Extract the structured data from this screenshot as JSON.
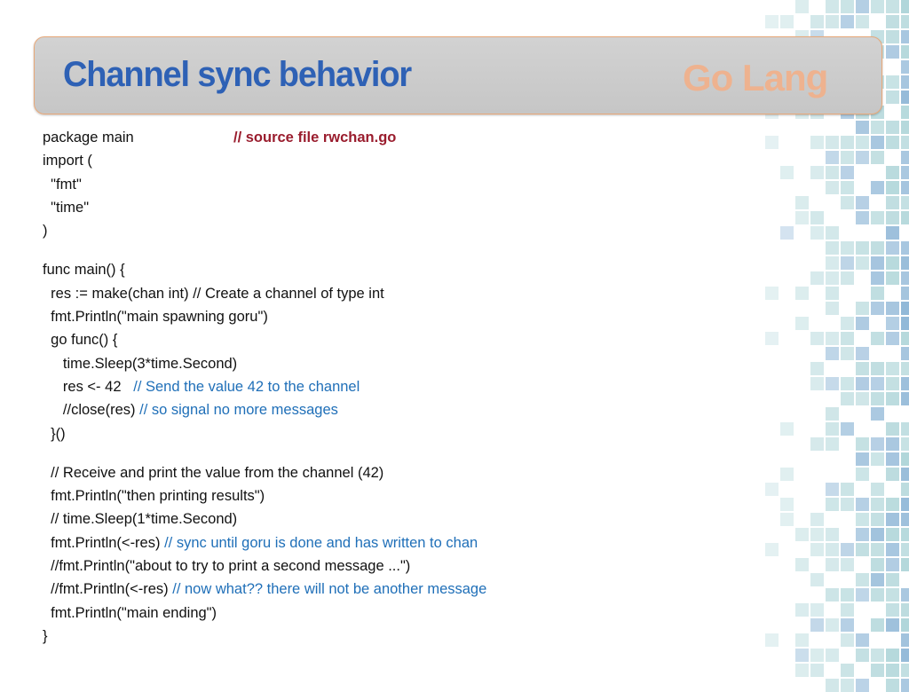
{
  "slide": {
    "title": "Channel sync behavior",
    "brand": "Go Lang",
    "source_comment": "// source file rwchan.go"
  },
  "code_lines": [
    {
      "code": "package main",
      "comment": ""
    },
    {
      "code": "import (",
      "comment": ""
    },
    {
      "code": "  \"fmt\"",
      "comment": ""
    },
    {
      "code": "  \"time\"",
      "comment": ""
    },
    {
      "code": ")",
      "comment": ""
    },
    {
      "gap": true
    },
    {
      "code": "func main() {",
      "comment": ""
    },
    {
      "code": "  res := make(chan int) // Create a channel of type int",
      "comment": ""
    },
    {
      "code": "  fmt.Println(\"main spawning goru\")",
      "comment": ""
    },
    {
      "code": "  go func() {",
      "comment": ""
    },
    {
      "code": "     time.Sleep(3*time.Second)",
      "comment": ""
    },
    {
      "code": "     res <- 42   ",
      "comment": "// Send the value 42 to the channel"
    },
    {
      "code": "     //close(res) ",
      "comment": "// so signal no more messages"
    },
    {
      "code": "  }()",
      "comment": ""
    },
    {
      "gap": true
    },
    {
      "code": "  // Receive and print the value from the channel (42)",
      "comment": ""
    },
    {
      "code": "  fmt.Println(\"then printing results\")",
      "comment": ""
    },
    {
      "code": "  // time.Sleep(1*time.Second)",
      "comment": ""
    },
    {
      "code": "  fmt.Println(<-res) ",
      "comment": "// sync until goru is done and has written to chan"
    },
    {
      "code": "  //fmt.Println(\"about to try to print a second message ...\")",
      "comment": ""
    },
    {
      "code": "  //fmt.Println(<-res) ",
      "comment": "// now what?? there will not be another message"
    },
    {
      "code": "  fmt.Println(\"main ending\")",
      "comment": ""
    },
    {
      "code": "}",
      "comment": ""
    }
  ],
  "colors": {
    "title": "#2e61b5",
    "brand": "#f2b089",
    "comment": "#1f6fb8",
    "source_comment": "#9a1d2e",
    "mosaic_teal": "#9fcdd1",
    "mosaic_blue": "#7aa9cf"
  }
}
